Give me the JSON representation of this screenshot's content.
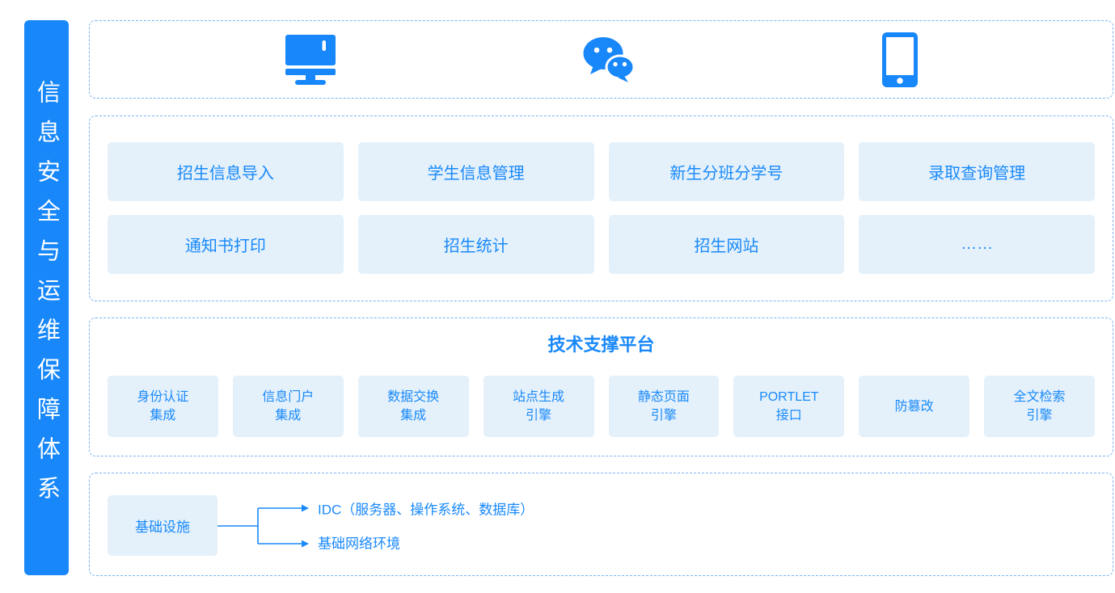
{
  "theme": {
    "accent_blue": "#1787FA",
    "text_blue": "#1989FA",
    "cell_background": "#E4F1FB",
    "dashed_border": "#77B4F6"
  },
  "sidebar": {
    "title": "信息安全与运维保障体系"
  },
  "channels": {
    "icons": [
      {
        "name": "desktop-icon"
      },
      {
        "name": "wechat-icon"
      },
      {
        "name": "mobile-icon"
      }
    ]
  },
  "business": {
    "boxes": [
      {
        "label": "招生信息导入"
      },
      {
        "label": "学生信息管理"
      },
      {
        "label": "新生分班分学号"
      },
      {
        "label": "录取查询管理"
      },
      {
        "label": "通知书打印"
      },
      {
        "label": "招生统计"
      },
      {
        "label": "招生网站"
      },
      {
        "label": "……"
      }
    ]
  },
  "platform": {
    "title": "技术支撑平台",
    "boxes": [
      {
        "line1": "身份认证",
        "line2": "集成"
      },
      {
        "line1": "信息门户",
        "line2": "集成"
      },
      {
        "line1": "数据交换",
        "line2": "集成"
      },
      {
        "line1": "站点生成",
        "line2": "引擎"
      },
      {
        "line1": "静态页面",
        "line2": "引擎"
      },
      {
        "line1": "PORTLET",
        "line2": "接口"
      },
      {
        "line1": "防篡改",
        "line2": ""
      },
      {
        "line1": "全文检索",
        "line2": "引擎"
      }
    ]
  },
  "infrastructure": {
    "root": "基础设施",
    "branches": [
      {
        "label": "IDC（服务器、操作系统、数据库）"
      },
      {
        "label": "基础网络环境"
      }
    ]
  }
}
